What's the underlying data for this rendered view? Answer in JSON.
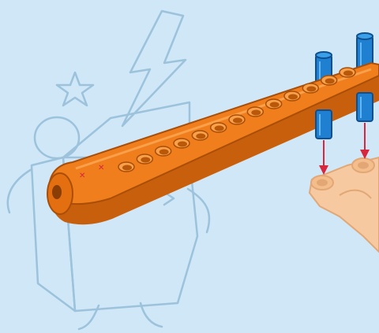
{
  "scene": {
    "kind": "building-instruction-step",
    "background": "#cfe7f6",
    "colors": {
      "background": "#cfe7f6",
      "watermark_line": "#9cc2dc",
      "beam_orange": "#f07e1c",
      "beam_orange_dark": "#c85f0c",
      "beam_orange_light": "#f9a04a",
      "pin_blue": "#1f7fd0",
      "pin_blue_dark": "#0f4f8f",
      "arrow_red": "#d7263d",
      "base_part": "#f6c9a0",
      "base_part_dark": "#e3a775"
    },
    "icons": [
      "cartoon-box-character-watermark",
      "star-watermark",
      "lightning-bolt-watermark",
      "orange-beam",
      "blue-axle-pin",
      "red-down-arrow",
      "tan-connector-part"
    ],
    "beam": {
      "holes": 13
    },
    "pins": {
      "count": 2
    }
  }
}
